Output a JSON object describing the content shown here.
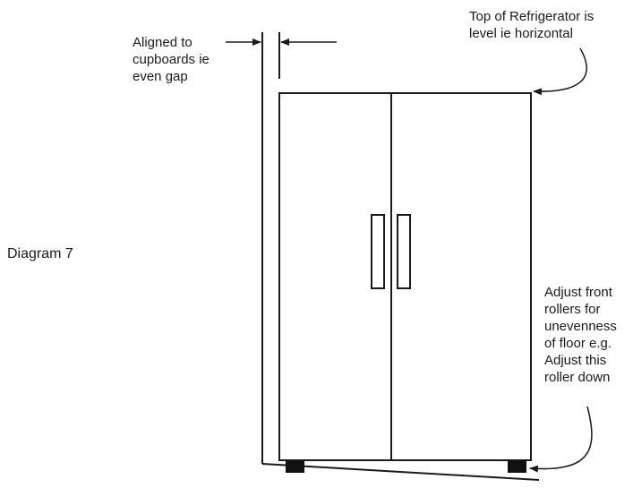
{
  "diagram_title": "Diagram 7",
  "annotations": {
    "top_level": "Top of Refrigerator is\nlevel ie horizontal",
    "alignment": "Aligned to\ncupboards ie\neven gap",
    "roller_adjust": "Adjust front\nrollers for\nunevenness\nof floor e.g.\nAdjust this\nroller down"
  },
  "colors": {
    "line": "#1a1a1a",
    "roller": "#111111",
    "background": "#ffffff"
  }
}
